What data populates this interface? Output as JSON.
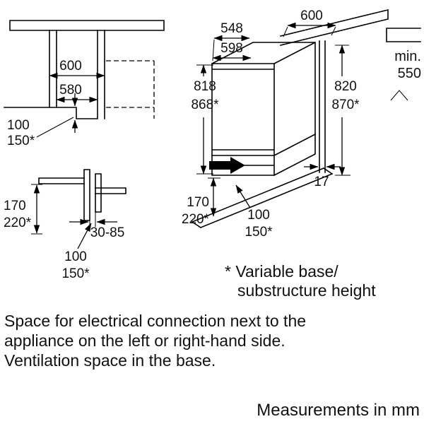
{
  "front_view": {
    "dim_600": "600",
    "dim_580": "580",
    "dim_100": "100",
    "dim_150": "150*"
  },
  "plinth_detail": {
    "dim_170": "170",
    "dim_220": "220*",
    "dim_30_85": "30-85",
    "dim_100": "100",
    "dim_150": "150*"
  },
  "perspective_view": {
    "dim_548": "548",
    "dim_598": "598",
    "dim_600": "600",
    "min_label": "min.",
    "dim_550": "550",
    "dim_818": "818",
    "dim_868": "868*",
    "dim_820": "820",
    "dim_870": "870*",
    "dim_17": "17",
    "dim_170": "170",
    "dim_220": "220*",
    "dim_100": "100",
    "dim_150": "150*"
  },
  "footnote": {
    "line1": "* Variable base/",
    "line2": "substructure height"
  },
  "description": {
    "line1": "Space for electrical connection next to the",
    "line2": "appliance on the left or right-hand side.",
    "line3": "Ventilation space in the base."
  },
  "units_note": "Measurements in mm",
  "colors": {
    "line": "#000000",
    "text": "#111111",
    "background": "#ffffff"
  }
}
